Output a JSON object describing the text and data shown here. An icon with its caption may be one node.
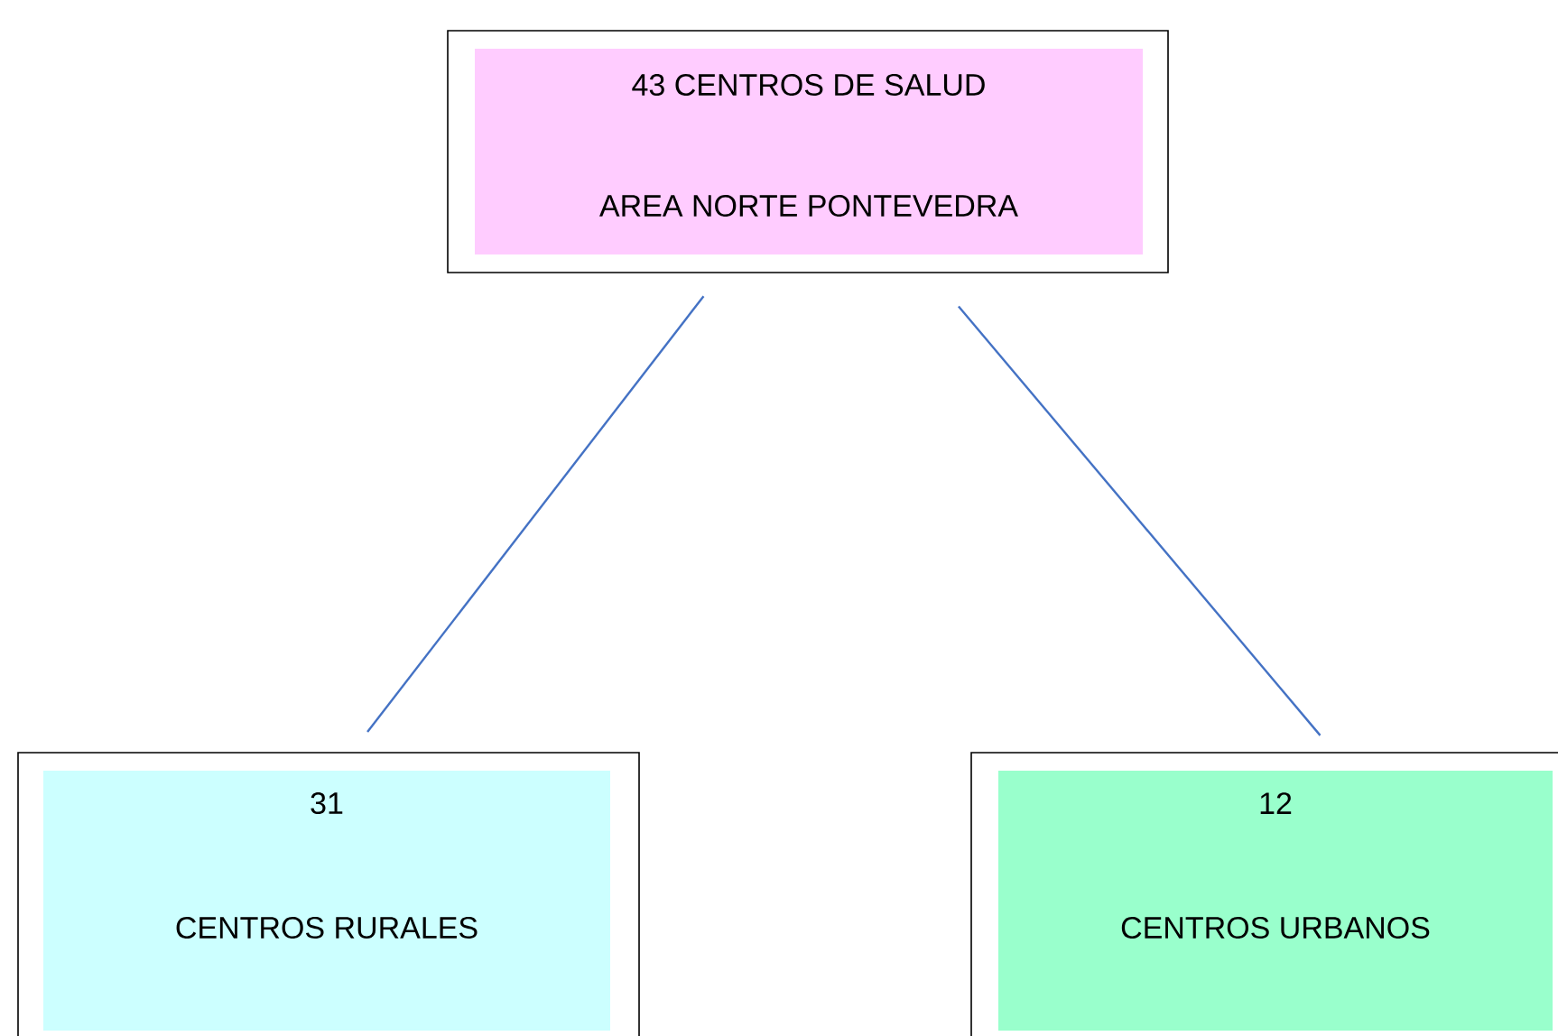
{
  "diagram": {
    "nodes": [
      {
        "text": [
          "43 CENTROS DE SALUD",
          "AREA NORTE PONTEVEDRA"
        ]
      },
      {
        "text": [
          "31",
          "CENTROS RURALES"
        ]
      },
      {
        "text": [
          "12",
          "CENTROS URBANOS"
        ]
      }
    ],
    "edges": [
      {
        "from": 0,
        "to": 1,
        "arrow": "none"
      },
      {
        "from": 0,
        "to": 2,
        "arrow": "none"
      }
    ]
  }
}
